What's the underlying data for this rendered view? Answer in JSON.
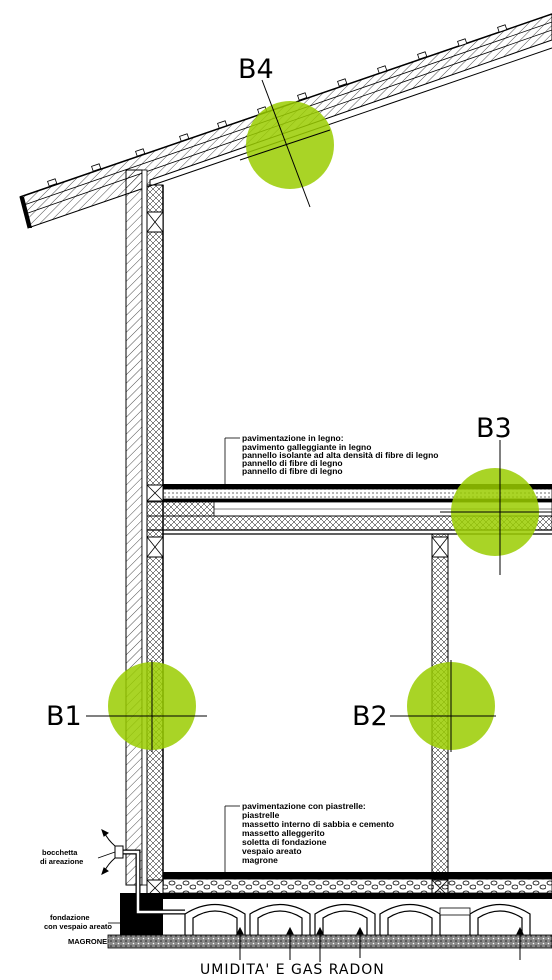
{
  "markers": {
    "b1": "B1",
    "b2": "B2",
    "b3": "B3",
    "b4": "B4"
  },
  "marker_color": "#9acd00",
  "floor_upper": {
    "heading": "pavimentazione in legno:",
    "layers": [
      "pavimento galleggiante in legno",
      "pannello isolante ad alta densità di fibre di legno",
      "pannello di fibre di legno",
      "pannello di fibre di legno"
    ]
  },
  "floor_ground": {
    "heading": "pavimentazione con piastrelle:",
    "layers": [
      "piastrelle",
      "massetto interno di sabbia e cemento",
      "massetto alleggerito",
      "soletta di fondazione",
      "vespaio areato",
      "magrone"
    ]
  },
  "vent_label": [
    "bocchetta",
    "di areazione"
  ],
  "foundation_label": [
    "fondazione",
    "con vespaio areato"
  ],
  "magrone_label": "MAGRONE",
  "bottom_caption": "UMIDITA' E GAS RADON"
}
